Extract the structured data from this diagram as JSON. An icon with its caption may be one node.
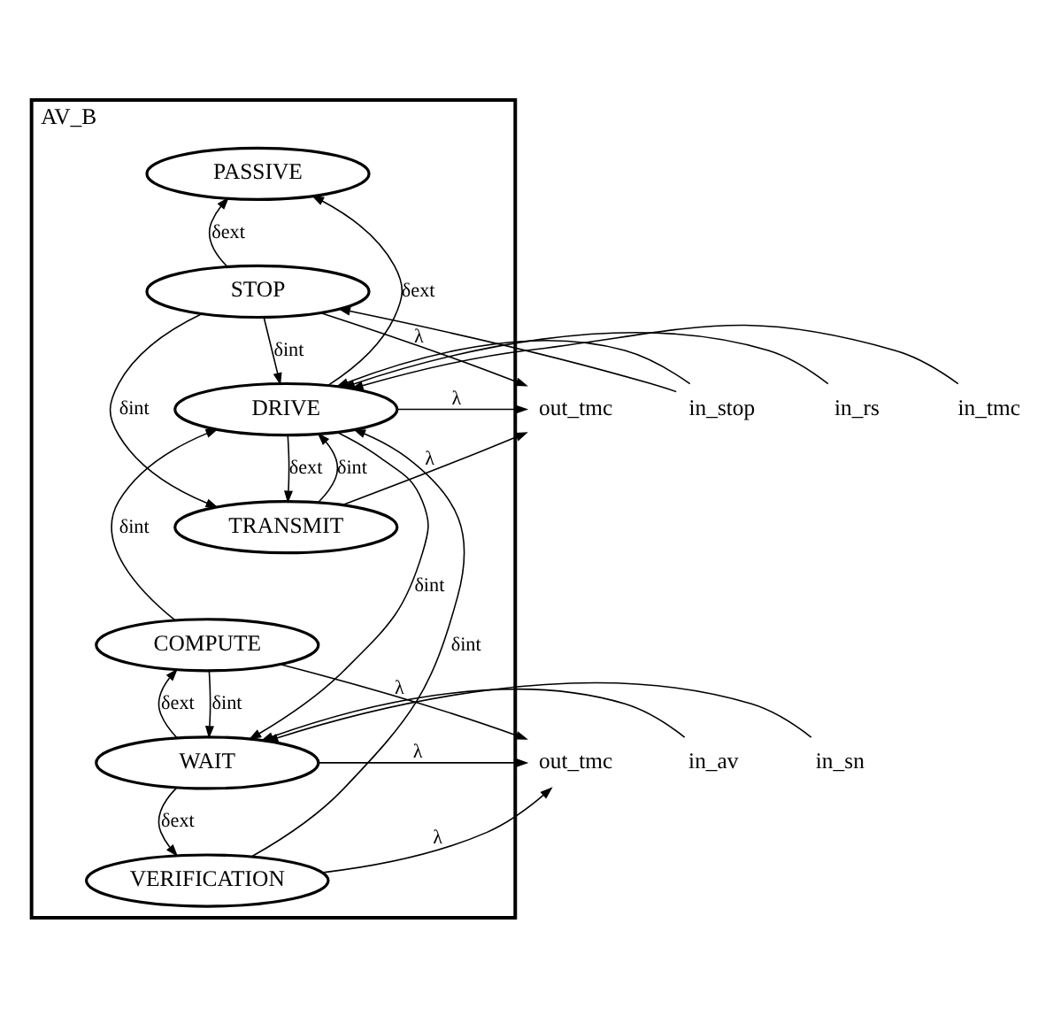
{
  "diagram": {
    "nodes": [
      {
        "text": [
          "AV_B"
        ]
      },
      {
        "text": [
          "PASSIVE"
        ],
        "in": 0
      },
      {
        "text": [
          "STOP"
        ],
        "in": 0
      },
      {
        "text": [
          "DRIVE"
        ],
        "in": 0
      },
      {
        "text": [
          "TRANSMIT"
        ],
        "in": 0
      },
      {
        "text": [
          "COMPUTE"
        ],
        "in": 0
      },
      {
        "text": [
          "WAIT"
        ],
        "in": 0
      },
      {
        "text": [
          "VERIFICATION"
        ],
        "in": 0
      },
      {
        "text": [
          "in_stop"
        ]
      },
      {
        "text": [
          "in_rs"
        ]
      },
      {
        "text": [
          "in_tmc"
        ]
      },
      {
        "text": [
          "in_av"
        ]
      },
      {
        "text": [
          "in_sn"
        ]
      },
      {
        "text": [
          "out_tmc"
        ]
      },
      {
        "text": [
          "out_tmc"
        ]
      }
    ],
    "edges": [
      {
        "from": 3,
        "to": 1,
        "arrow": "to",
        "label": "δext"
      },
      {
        "from": 2,
        "to": 1,
        "arrow": "to",
        "label": "δext"
      },
      {
        "from": 2,
        "to": 3,
        "arrow": "to",
        "label": "δint"
      },
      {
        "from": 2,
        "to": 4,
        "arrow": "to",
        "label": "δint"
      },
      {
        "from": 3,
        "to": 4,
        "arrow": "to",
        "label": "δext"
      },
      {
        "from": 4,
        "to": 3,
        "arrow": "to",
        "label": "δint"
      },
      {
        "from": 5,
        "to": 3,
        "arrow": "to",
        "label": "δint"
      },
      {
        "from": 3,
        "to": 6,
        "arrow": "to",
        "label": "δint"
      },
      {
        "from": 6,
        "to": 5,
        "arrow": "to",
        "label": "δext"
      },
      {
        "from": 5,
        "to": 6,
        "arrow": "to",
        "label": "δint"
      },
      {
        "from": 6,
        "to": 7,
        "arrow": "to",
        "label": "δext"
      },
      {
        "from": 7,
        "to": 3,
        "arrow": "to",
        "label": "δint"
      },
      {
        "from": 8,
        "to": 2,
        "arrow": "to"
      },
      {
        "from": 8,
        "to": 3,
        "arrow": "to"
      },
      {
        "from": 9,
        "to": 3,
        "arrow": "to"
      },
      {
        "from": 10,
        "to": 3,
        "arrow": "to"
      },
      {
        "from": 11,
        "to": 6,
        "arrow": "to"
      },
      {
        "from": 12,
        "to": 6,
        "arrow": "to"
      },
      {
        "from": 2,
        "to": 13,
        "arrow": "to",
        "label": "λ"
      },
      {
        "from": 3,
        "to": 13,
        "arrow": "to",
        "label": "λ"
      },
      {
        "from": 4,
        "to": 13,
        "arrow": "to",
        "label": "λ"
      },
      {
        "from": 5,
        "to": 14,
        "arrow": "to",
        "label": "λ"
      },
      {
        "from": 6,
        "to": 14,
        "arrow": "to",
        "label": "λ"
      },
      {
        "from": 7,
        "to": 14,
        "arrow": "to",
        "label": "λ"
      }
    ]
  }
}
